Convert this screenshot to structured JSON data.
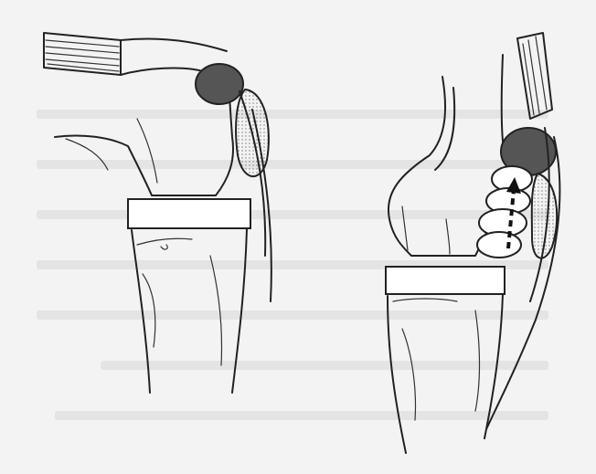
{
  "figure": {
    "panels": [
      {
        "id": "left",
        "content": "knee-extended"
      },
      {
        "id": "right",
        "content": "knee-flexed"
      }
    ],
    "colors": {
      "background": "#f3f3f3",
      "ink": "#222222",
      "dark_fill": "#555555",
      "stipple": "#9a9a9a",
      "ghost_text": "#c9c9c9"
    },
    "icons": [
      "patella-icon",
      "arrow-icon"
    ]
  }
}
